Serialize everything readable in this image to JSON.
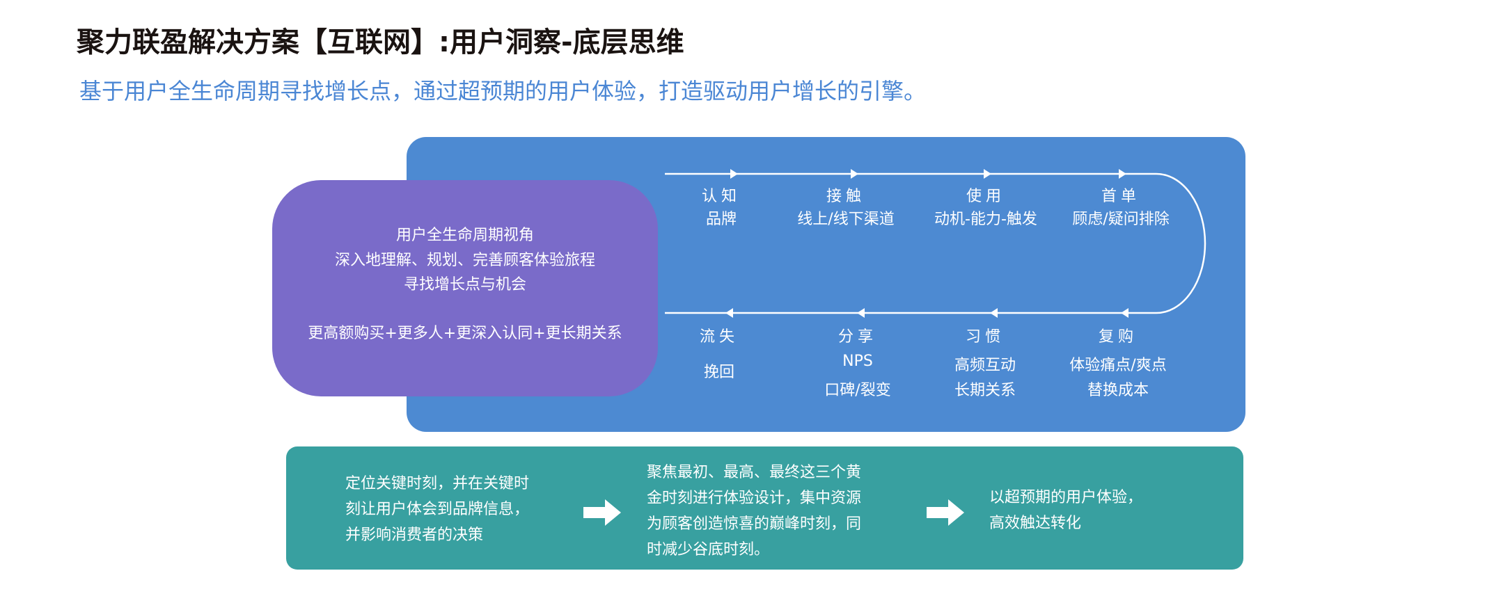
{
  "title": "聚力联盈解决方案【互联网】:用户洞察-底层思维",
  "subtitle": "基于用户全生命周期寻找增长点，通过超预期的用户体验，打造驱动用户增长的引擎。",
  "purple_box": {
    "lines": [
      "用户全生命周期视角",
      "深入地理解、规划、完善顾客体验旅程",
      "寻找增长点与机会"
    ],
    "summary": "更高额购买+更多人+更深入认同+更长期关系"
  },
  "top_stages": [
    {
      "name": "认知",
      "desc": "品牌"
    },
    {
      "name": "接触",
      "desc": "线上/线下渠道"
    },
    {
      "name": "使用",
      "desc": "动机-能力-触发"
    },
    {
      "name": "首单",
      "desc": "顾虑/疑问排除"
    }
  ],
  "bottom_stages": [
    {
      "name": "流失",
      "desc1": "挽回",
      "desc2": ""
    },
    {
      "name": "分享",
      "desc1": "NPS",
      "desc2": "口碑/裂变"
    },
    {
      "name": "习惯",
      "desc1": "高频互动",
      "desc2": "长期关系"
    },
    {
      "name": "复购",
      "desc1": "体验痛点/爽点",
      "desc2": "替换成本"
    }
  ],
  "teal_box": {
    "block1": [
      "定位关键时刻，并在关键时",
      "刻让用户体会到品牌信息，",
      "并影响消费者的决策"
    ],
    "block2": [
      "聚焦最初、最高、最终这三个黄",
      "金时刻进行体验设计，集中资源",
      "为顾客创造惊喜的巅峰时刻，同",
      "时减少谷底时刻。"
    ],
    "block3": [
      "以超预期的用户体验，",
      "高效触达转化"
    ]
  },
  "colors": {
    "blue": "#4d8ad2",
    "purple": "#7a6bc9",
    "teal": "#38a0a0",
    "subtitle": "#4a86d4"
  }
}
